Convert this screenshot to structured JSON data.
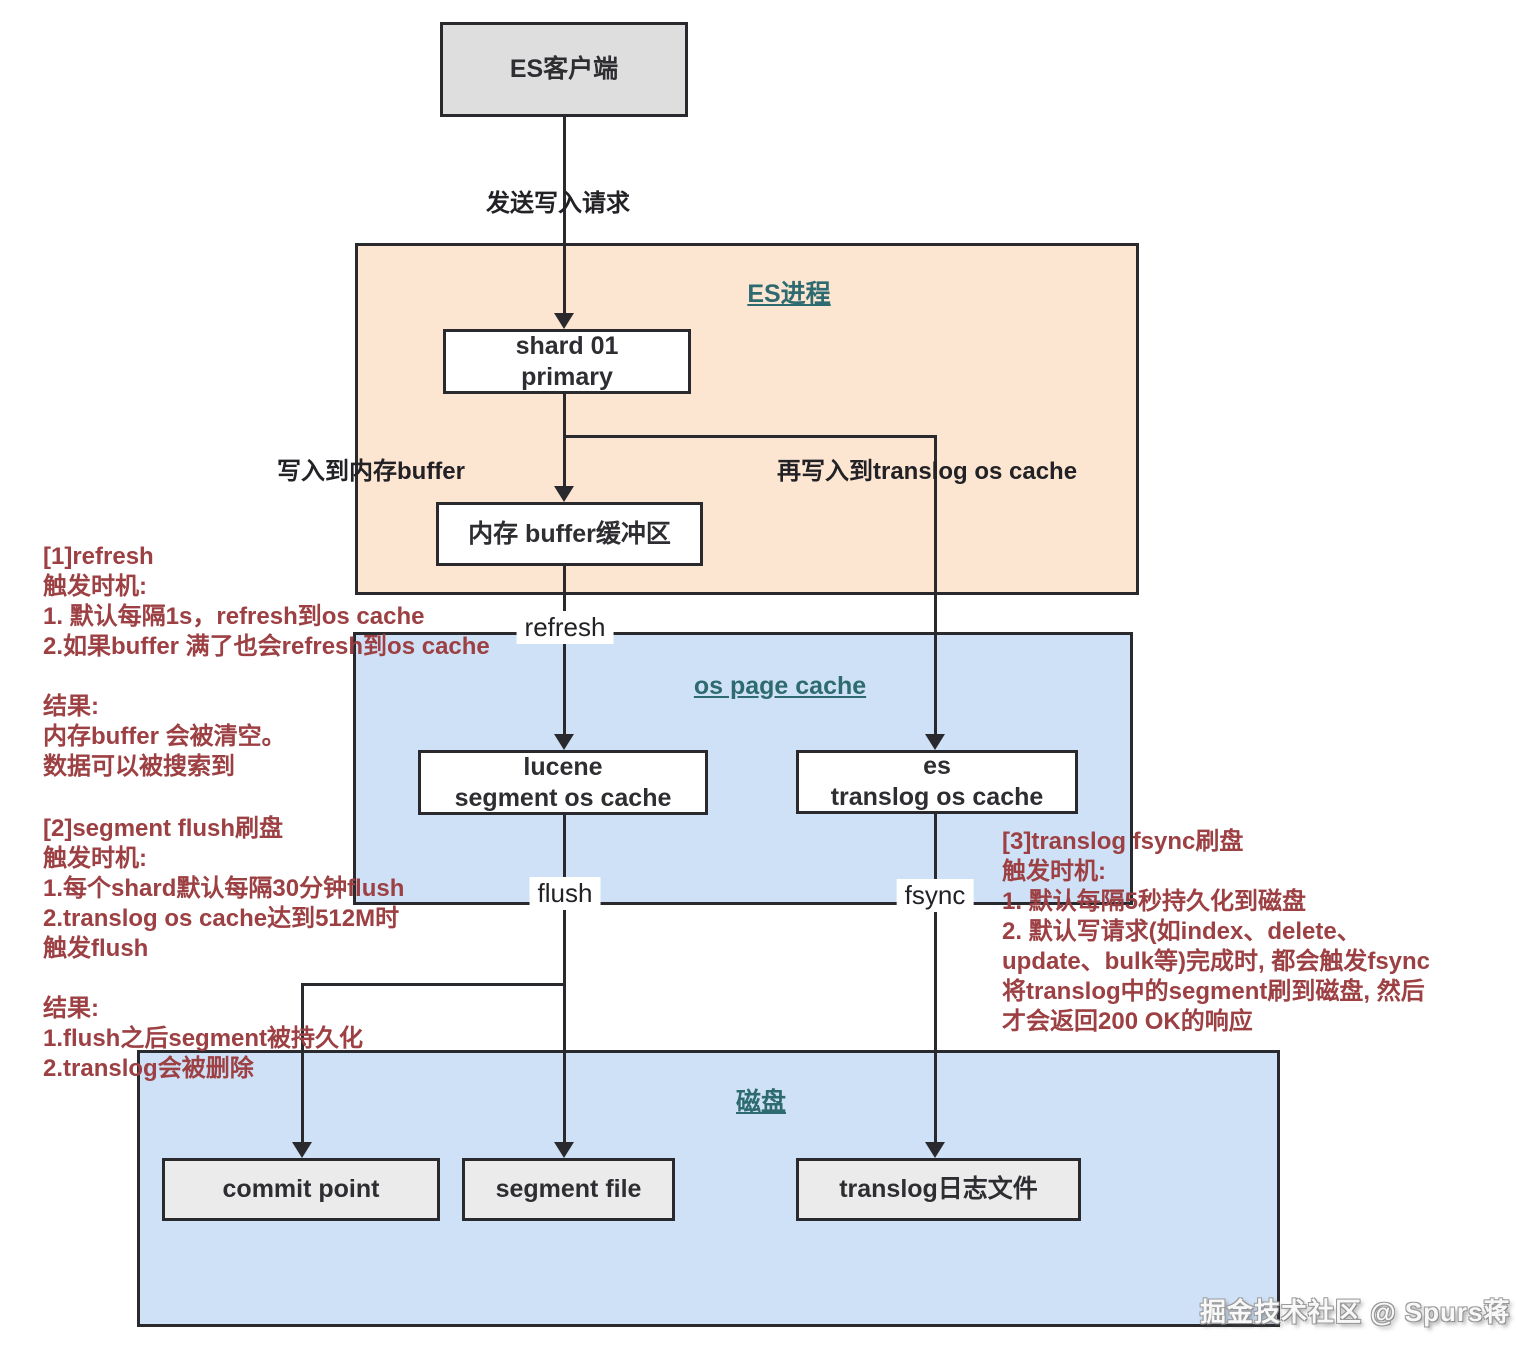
{
  "colors": {
    "process_fill": "#fce6d2",
    "cache_fill": "#cfe1f6",
    "disk_fill": "#cfe1f6",
    "client_fill": "#dedede",
    "disk_node_fill": "#ebebeb",
    "border": "#2a2a2e",
    "region_label_teal": "#2e6b70",
    "note_red": "#9c4043"
  },
  "nodes": {
    "es_client": {
      "label": "ES客户端"
    },
    "shard": {
      "line1": "shard 01",
      "line2": "primary"
    },
    "memory_buffer": {
      "label": "内存 buffer缓冲区"
    },
    "lucene_segment": {
      "line1": "lucene",
      "line2": "segment os cache"
    },
    "es_translog": {
      "line1": "es",
      "line2": "translog os cache"
    },
    "commit_point": {
      "label": "commit point"
    },
    "segment_file": {
      "label": "segment file"
    },
    "translog_file": {
      "label": "translog日志文件"
    }
  },
  "containers": {
    "es_process": {
      "label": "ES进程"
    },
    "os_page_cache": {
      "label": "os page cache"
    },
    "disk": {
      "label": "磁盘"
    }
  },
  "edge_labels": {
    "send_write_request": "发送写入请求",
    "write_to_buffer": "写入到内存buffer",
    "write_to_translog": "再写入到translog os cache",
    "refresh": "refresh",
    "flush": "flush",
    "fsync": "fsync"
  },
  "annotations": {
    "refresh_note": {
      "lines": [
        "[1]refresh",
        "触发时机:",
        "1. 默认每隔1s，refresh到os cache",
        "2.如果buffer 满了也会refresh到os cache",
        "",
        "结果:",
        "内存buffer 会被清空。",
        "数据可以被搜索到"
      ]
    },
    "flush_note": {
      "lines": [
        "[2]segment flush刷盘",
        "触发时机:",
        "1.每个shard默认每隔30分钟flush",
        "2.translog os cache达到512M时",
        "触发flush",
        "",
        "结果:",
        "1.flush之后segment被持久化",
        "2.translog会被删除"
      ]
    },
    "fsync_note": {
      "lines": [
        "[3]translog fsync刷盘",
        "触发时机:",
        "1. 默认每隔5秒持久化到磁盘",
        "2. 默认写请求(如index、delete、",
        "update、bulk等)完成时, 都会触发fsync",
        "将translog中的segment刷到磁盘, 然后",
        "才会返回200 OK的响应"
      ]
    }
  },
  "watermark": "掘金技术社区 @ Spurs蒋"
}
